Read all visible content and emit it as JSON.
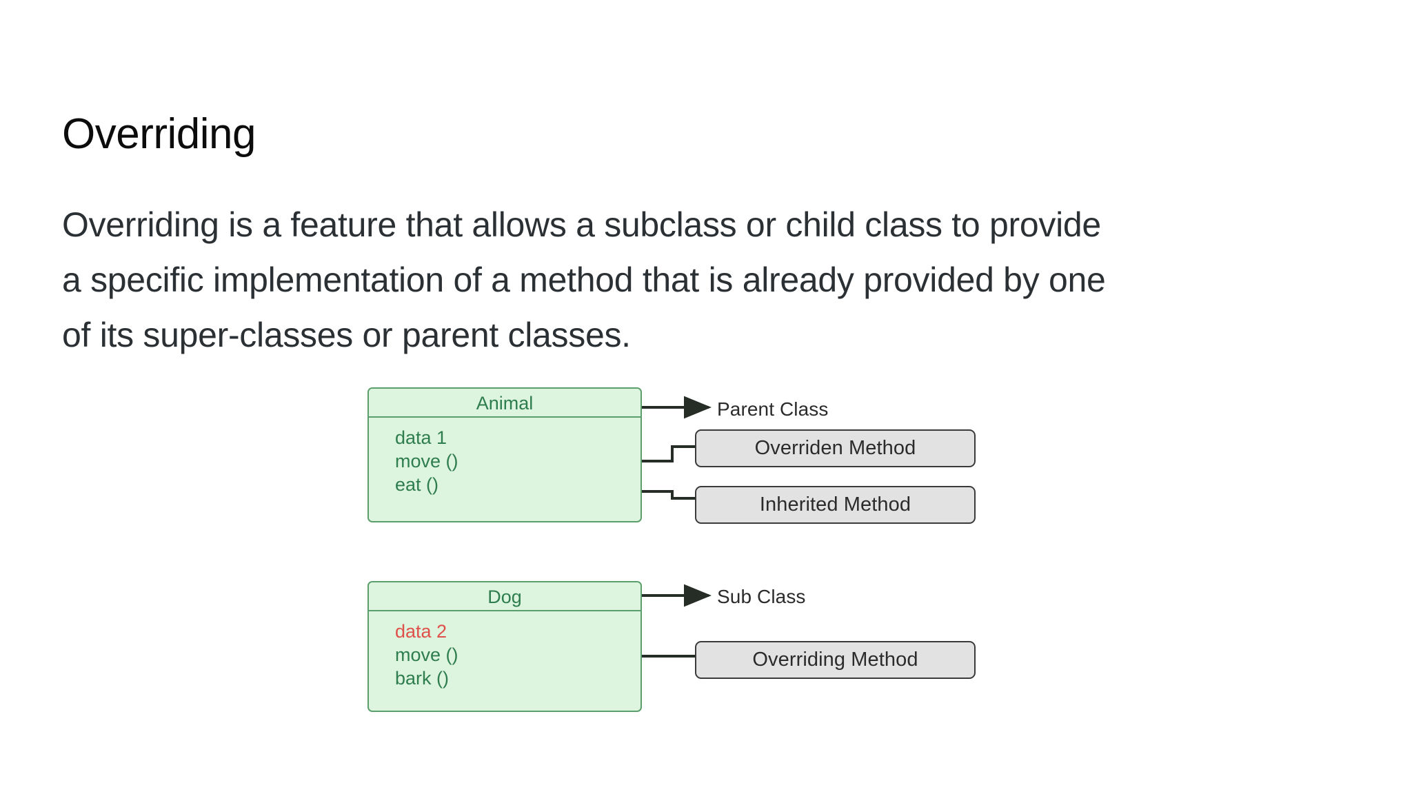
{
  "page": {
    "title": "Overriding",
    "paragraph_lines": [
      "Overriding is a feature that allows a subclass or child class to provide",
      "a specific implementation of a method that is already provided by one",
      "of its super-classes or parent classes."
    ]
  },
  "diagram": {
    "type": "uml-class-diagram",
    "colors": {
      "class_fill": "#ddf4de",
      "class_border": "#5a9e6b",
      "class_text": "#2e7d4f",
      "accent_text": "#e0504a",
      "note_fill": "#e2e2e2",
      "note_border": "#3a3a3a",
      "connector": "#262c26"
    },
    "classes": [
      {
        "name": "Animal",
        "role_label": "Parent Class",
        "members": [
          {
            "text": "data 1",
            "highlight": false
          },
          {
            "text": "move ()",
            "highlight": false
          },
          {
            "text": "eat ()",
            "highlight": false
          }
        ]
      },
      {
        "name": "Dog",
        "role_label": "Sub Class",
        "members": [
          {
            "text": "data 2",
            "highlight": true
          },
          {
            "text": "move ()",
            "highlight": false
          },
          {
            "text": "bark ()",
            "highlight": false
          }
        ]
      }
    ],
    "notes": [
      {
        "label": "Overriden Method",
        "targets": "Animal.move ()"
      },
      {
        "label": "Inherited Method",
        "targets": "Animal.eat ()"
      },
      {
        "label": "Overriding Method",
        "targets": "Dog.move ()"
      }
    ]
  }
}
